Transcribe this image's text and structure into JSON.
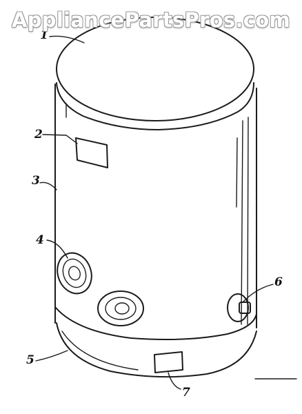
{
  "watermark": "AppliancePartsPros.com",
  "callouts": [
    {
      "id": "1",
      "label": "1"
    },
    {
      "id": "2",
      "label": "2"
    },
    {
      "id": "3",
      "label": "3"
    },
    {
      "id": "4",
      "label": "4"
    },
    {
      "id": "5",
      "label": "5"
    },
    {
      "id": "6",
      "label": "6"
    },
    {
      "id": "7",
      "label": "7"
    }
  ],
  "colors": {
    "ink": "#1a1a1a",
    "background": "#ffffff",
    "watermark_outline": "#9a9a9a"
  }
}
